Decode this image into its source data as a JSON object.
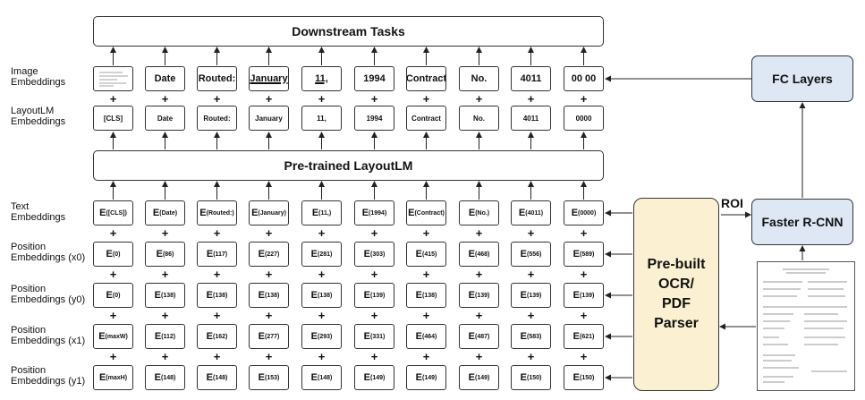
{
  "downstream": "Downstream Tasks",
  "pretrained": "Pre-trained LayoutLM",
  "fc_layers": "FC Layers",
  "faster_rcnn": "Faster R-CNN",
  "roi": "ROI",
  "parser_lines": [
    "Pre-built",
    "OCR/",
    "PDF",
    "Parser"
  ],
  "row_labels": {
    "image": [
      "Image",
      "Embeddings"
    ],
    "layoutlm": [
      "LayoutLM",
      "Embeddings"
    ],
    "text": [
      "Text",
      "Embeddings"
    ],
    "x0": [
      "Position",
      "Embeddings (x0)"
    ],
    "y0": [
      "Position",
      "Embeddings (y0)"
    ],
    "x1": [
      "Position",
      "Embeddings (x1)"
    ],
    "y1": [
      "Position",
      "Embeddings (y1)"
    ]
  },
  "image_tokens": [
    "",
    "Date",
    "Routed:",
    "January",
    "11,",
    "1994",
    "Contract",
    "No.",
    "4011",
    "00 00"
  ],
  "layoutlm_tokens": [
    "[CLS]",
    "Date",
    "Routed:",
    "January",
    "11,",
    "1994",
    "Contract",
    "No.",
    "4011",
    "0000"
  ],
  "emb_letter": "E",
  "text_subs": [
    "([CLS])",
    "(Date)",
    "(Routed:)",
    "(January)",
    "(11,)",
    "(1994)",
    "(Contract)",
    "(No.)",
    "(4011)",
    "(0000)"
  ],
  "x0_subs": [
    "(0)",
    "(86)",
    "(117)",
    "(227)",
    "(281)",
    "(303)",
    "(415)",
    "(468)",
    "(556)",
    "(589)"
  ],
  "y0_subs": [
    "(0)",
    "(138)",
    "(138)",
    "(138)",
    "(138)",
    "(139)",
    "(138)",
    "(139)",
    "(139)",
    "(139)"
  ],
  "x1_subs": [
    "(maxW)",
    "(112)",
    "(162)",
    "(277)",
    "(293)",
    "(331)",
    "(464)",
    "(487)",
    "(583)",
    "(621)"
  ],
  "y1_subs": [
    "(maxH)",
    "(148)",
    "(148)",
    "(153)",
    "(148)",
    "(149)",
    "(149)",
    "(149)",
    "(150)",
    "(150)"
  ],
  "plus": "+"
}
